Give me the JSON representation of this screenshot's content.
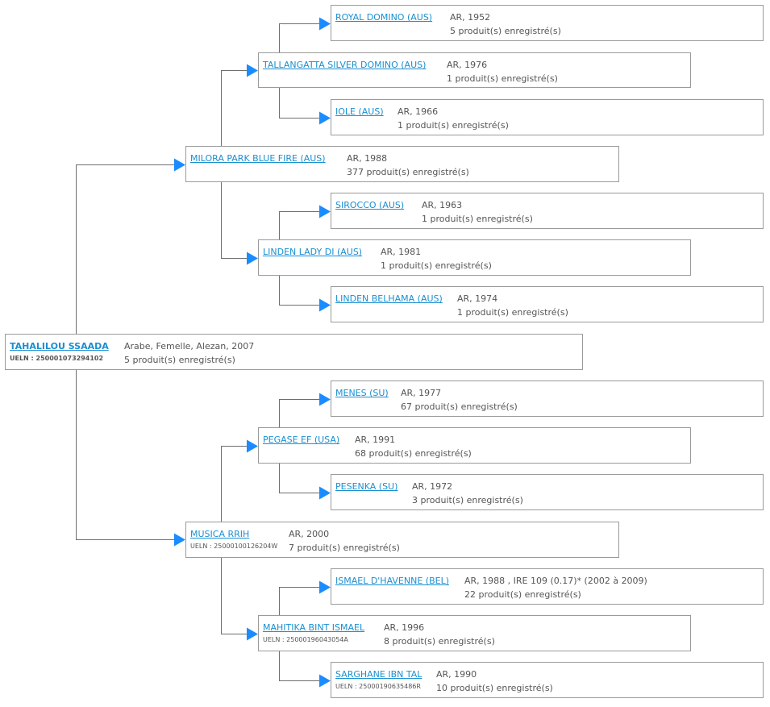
{
  "colors": {
    "link": "#1a8fd0",
    "arrow": "#1a8cff",
    "line": "#6e6e6e",
    "border": "#9a9a9a"
  },
  "ueln_label": "UELN : ",
  "root": {
    "name": "TAHALILOU SSAADA",
    "ueln": "250001073294102",
    "details": "Arabe, Femelle, Alezan, 2007",
    "products": "5 produit(s) enregistré(s)"
  },
  "sire": {
    "name": "MILORA PARK BLUE FIRE (AUS)",
    "details": "AR, 1988",
    "products": "377 produit(s) enregistré(s)",
    "sire": {
      "name": "TALLANGATTA SILVER DOMINO (AUS)",
      "details": "AR, 1976",
      "products": "1 produit(s) enregistré(s)",
      "sire": {
        "name": "ROYAL DOMINO (AUS)",
        "details": "AR, 1952",
        "products": "5 produit(s) enregistré(s)"
      },
      "dam": {
        "name": "IOLE (AUS)",
        "details": "AR, 1966",
        "products": "1 produit(s) enregistré(s)"
      }
    },
    "dam": {
      "name": "LINDEN LADY DI (AUS)",
      "details": "AR, 1981",
      "products": "1 produit(s) enregistré(s)",
      "sire": {
        "name": "SIROCCO (AUS)",
        "details": "AR, 1963",
        "products": "1 produit(s) enregistré(s)"
      },
      "dam": {
        "name": "LINDEN BELHAMA (AUS)",
        "details": "AR, 1974",
        "products": "1 produit(s) enregistré(s)"
      }
    }
  },
  "dam": {
    "name": "MUSICA RRIH",
    "ueln": "25000100126204W",
    "details": "AR, 2000",
    "products": "7 produit(s) enregistré(s)",
    "sire": {
      "name": "PEGASE EF (USA)",
      "details": "AR, 1991",
      "products": "68 produit(s) enregistré(s)",
      "sire": {
        "name": "MENES (SU)",
        "details": "AR, 1977",
        "products": "67 produit(s) enregistré(s)"
      },
      "dam": {
        "name": "PESENKA (SU)",
        "details": "AR, 1972",
        "products": "3 produit(s) enregistré(s)"
      }
    },
    "dam": {
      "name": "MAHITIKA BINT ISMAEL",
      "ueln": "25000196043054A",
      "details": "AR, 1996",
      "products": "8 produit(s) enregistré(s)",
      "sire": {
        "name": "ISMAEL D'HAVENNE (BEL)",
        "details": "AR, 1988 , IRE 109 (0.17)* (2002 à 2009)",
        "products": "22 produit(s) enregistré(s)"
      },
      "dam": {
        "name": "SARGHANE IBN TAL",
        "ueln": "25000190635486R",
        "details": "AR, 1990",
        "products": "10 produit(s) enregistré(s)"
      }
    }
  }
}
